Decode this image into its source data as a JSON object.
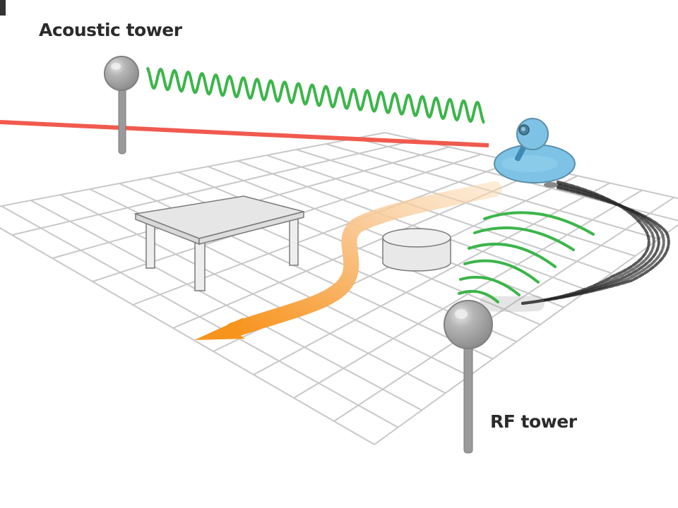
{
  "diagram": {
    "labels": {
      "acoustic_tower": "Acoustic tower",
      "rf_tower": "RF tower"
    },
    "elements": [
      {
        "id": "acoustic-tower",
        "kind": "tower",
        "signal": "acoustic wave"
      },
      {
        "id": "rf-tower",
        "kind": "tower",
        "signal": "radio waves"
      },
      {
        "id": "robot",
        "kind": "camera robot"
      },
      {
        "id": "table",
        "kind": "obstacle"
      },
      {
        "id": "cylinder",
        "kind": "obstacle"
      },
      {
        "id": "path",
        "kind": "orange arrow path"
      },
      {
        "id": "laser",
        "kind": "red line"
      },
      {
        "id": "tire-tracks",
        "kind": "track marks"
      }
    ],
    "colors": {
      "acoustic_wave": "#3cb54a",
      "rf_wave": "#3cb54a",
      "laser": "#f05a4f",
      "path": "#f7941d",
      "robot": "#7ec3e6",
      "tower": "#9a9a9a",
      "grid": "#c8c8c8"
    }
  }
}
